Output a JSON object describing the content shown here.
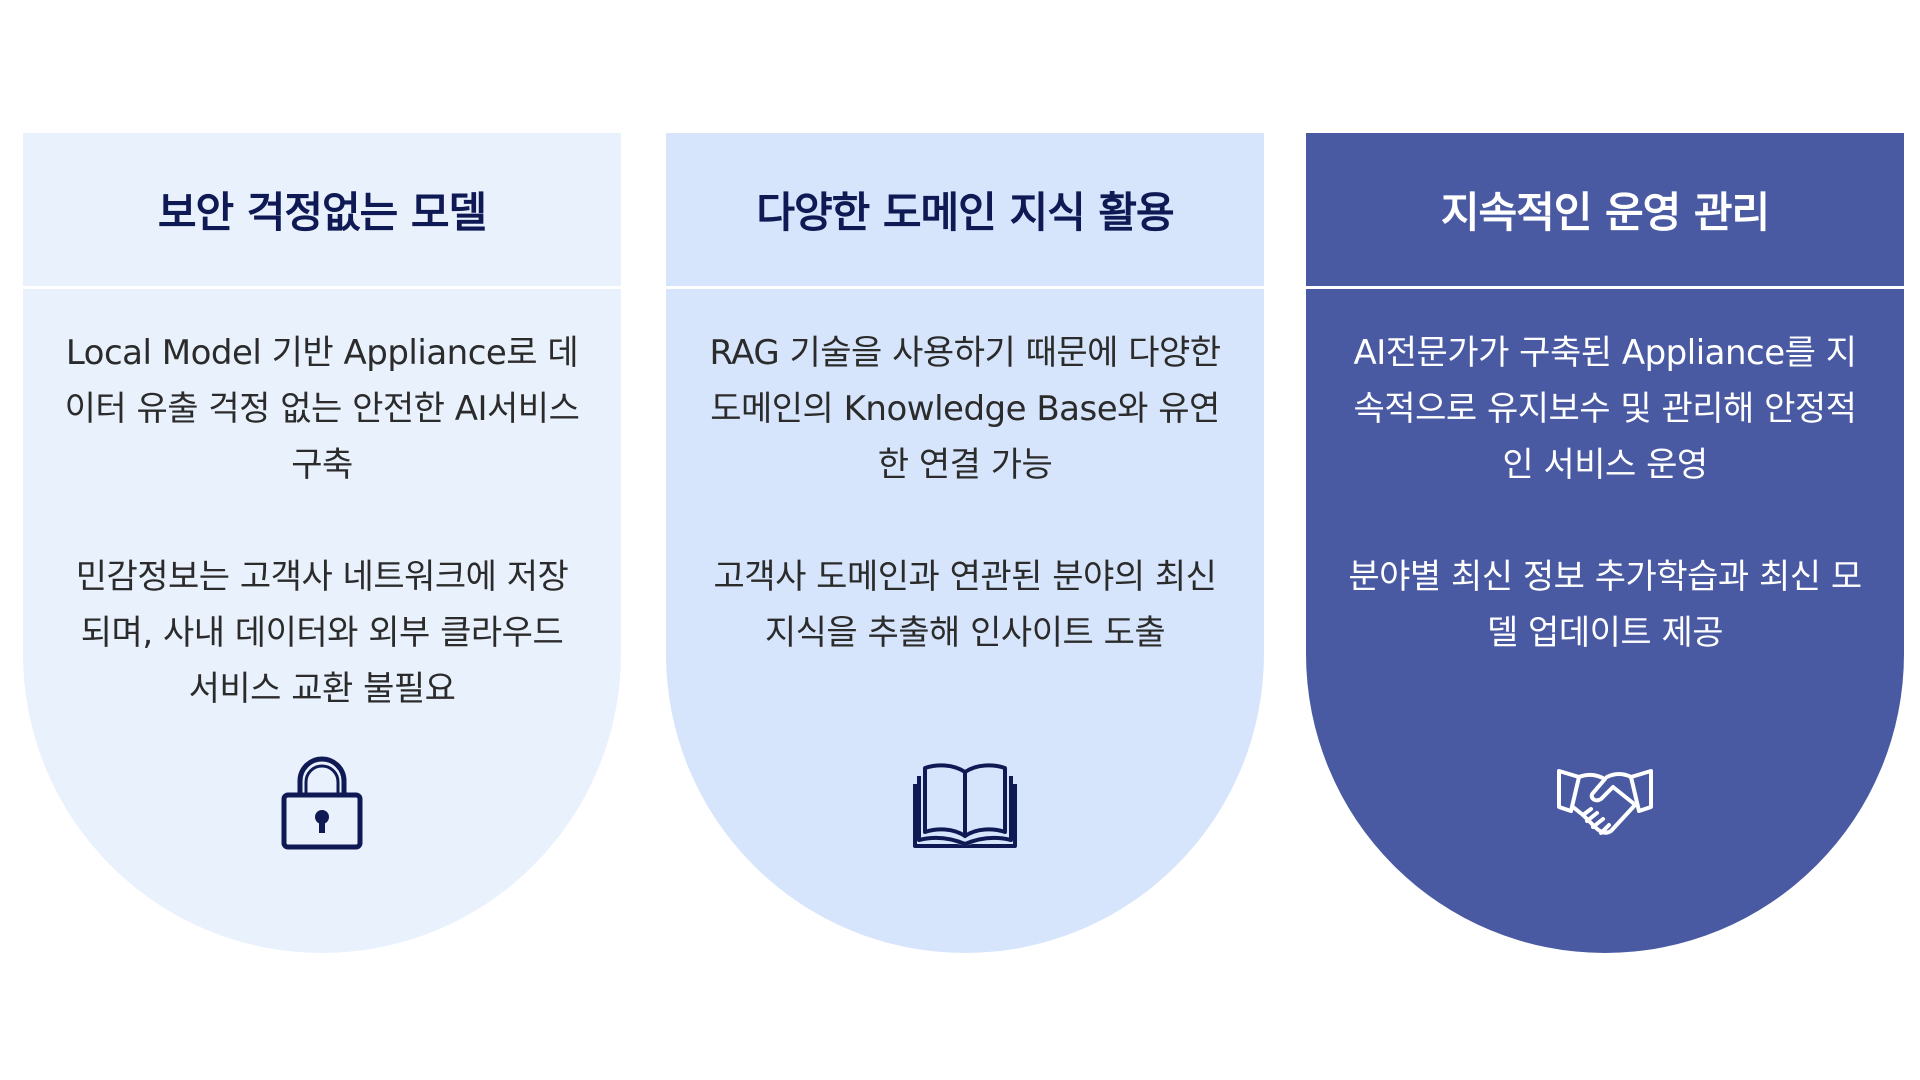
{
  "colors": {
    "card1_bg": "#e9f1fd",
    "card2_bg": "#d6e5fb",
    "card3_bg": "#4a5aa2",
    "dark_text": "#0f1a55",
    "body_text_dark": "#2b2b2b",
    "light_text": "#ffffff"
  },
  "cards": [
    {
      "title": "보안 걱정없는 모델",
      "paragraphs": [
        "Local Model 기반 Appliance로 데이터 유출 걱정 없는 안전한 AI서비스 구축",
        "민감정보는 고객사 네트워크에 저장되며, 사내 데이터와 외부 클라우드 서비스 교환 불필요"
      ],
      "icon": "lock-icon"
    },
    {
      "title": "다양한 도메인 지식 활용",
      "paragraphs": [
        "RAG 기술을 사용하기 때문에 다양한 도메인의 Knowledge Base와 유연한 연결 가능",
        "고객사 도메인과 연관된 분야의 최신 지식을 추출해 인사이트 도출"
      ],
      "icon": "book-icon"
    },
    {
      "title": "지속적인 운영 관리",
      "paragraphs": [
        "AI전문가가 구축된 Appliance를 지속적으로 유지보수 및 관리해 안정적인 서비스 운영",
        "분야별 최신 정보 추가학습과 최신 모델 업데이트 제공"
      ],
      "icon": "handshake-icon"
    }
  ]
}
